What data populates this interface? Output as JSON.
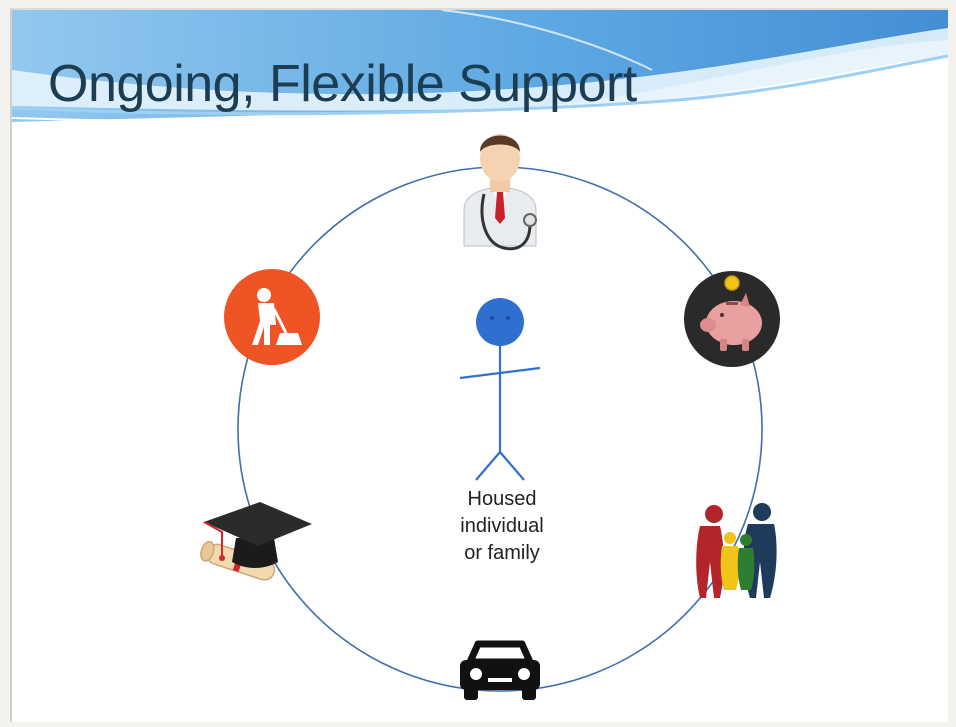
{
  "title": "Ongoing, Flexible Support",
  "center": {
    "line1": "Housed",
    "line2": "individual",
    "line3": "or family"
  },
  "colors": {
    "title": "#1c3d52",
    "circle": "#3f6fae",
    "stick_figure": "#2f6fd0",
    "banner": "#5aa5dd",
    "worker_badge": "#ef5424",
    "piggy_badge": "#2a2a2a"
  },
  "icons": [
    "doctor-icon",
    "piggy-bank-icon",
    "family-icon",
    "car-icon",
    "graduation-icon",
    "worker-icon"
  ]
}
